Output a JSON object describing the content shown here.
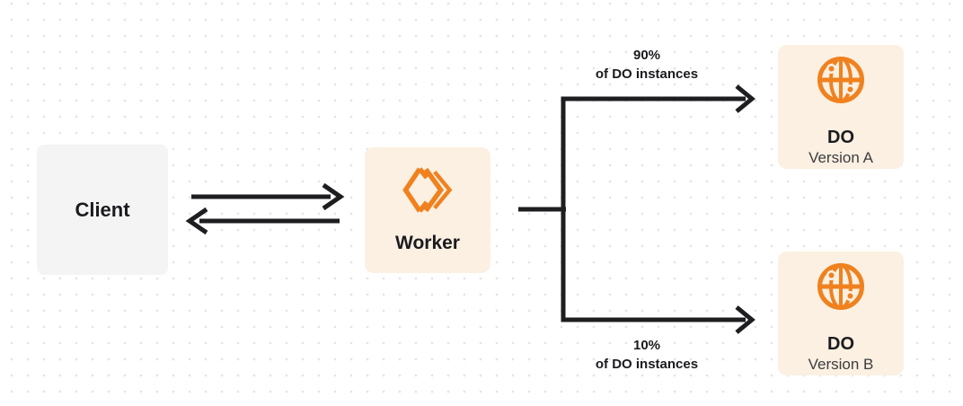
{
  "colors": {
    "canvas_bg": "#ffffff",
    "dot_grid": "#e4e4e7",
    "accent_orange": "#f0811f",
    "box_cream": "#fbf0e1",
    "box_gray": "#f4f4f5",
    "line_dark": "#1e1e21",
    "text_primary": "#1b1b1f",
    "text_secondary": "#3c3c41"
  },
  "nodes": {
    "client": {
      "label": "Client"
    },
    "worker": {
      "label": "Worker",
      "icon": "workers-logo-icon"
    },
    "do_version_a": {
      "title": "DO",
      "subtitle": "Version A",
      "icon": "globe-icon"
    },
    "do_version_b": {
      "title": "DO",
      "subtitle": "Version B",
      "icon": "globe-icon"
    }
  },
  "edges": {
    "client_to_worker": {
      "style": "arrow-right"
    },
    "worker_to_client": {
      "style": "arrow-left"
    },
    "top_branch": {
      "percent": "90%",
      "caption": "of DO instances",
      "target": "do_version_a"
    },
    "bottom_branch": {
      "percent": "10%",
      "caption": "of DO instances",
      "target": "do_version_b"
    }
  }
}
